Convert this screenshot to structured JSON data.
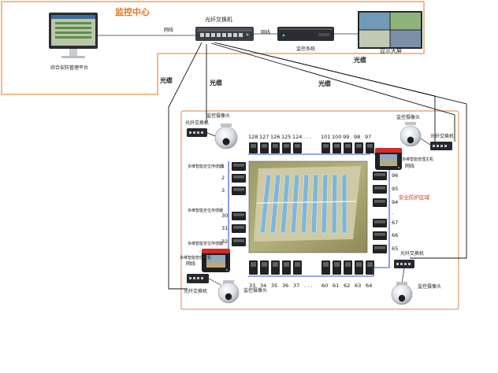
{
  "center": {
    "title": "监控中心",
    "workstation_label": "综合安防管理平台",
    "switch_label": "光纤交换机",
    "nvr_label": "监控系统",
    "display_label": "显示大屏",
    "link_net_left": "网线",
    "link_net_right": "网线"
  },
  "cables": {
    "fiber_1": "光缆",
    "fiber_2": "光缆",
    "fiber_3": "光缆",
    "fiber_4": "光缆"
  },
  "site": {
    "zone_label": "安全防护区域",
    "top_left_switch": "光纤交换机",
    "top_left_camera": "监控摄像头",
    "top_right_camera": "监控摄像头",
    "top_right_switch": "光纤交换机",
    "top_right_host": "多维智能管理主机",
    "top_right_net": "网线",
    "left_host": "多维智能管理主机",
    "left_host_net": "网线",
    "bottom_left_switch": "光纤交换机",
    "bottom_left_camera": "监控摄像头",
    "bottom_right_switch": "光纤交换机",
    "bottom_right_camera": "监控摄像头",
    "sensor_label_1": "多维智能定位传感器",
    "sensor_label_2": "多维智能定位传感器",
    "sensor_label_3": "多维智能定位传感器",
    "top_numbers": [
      "128",
      "127",
      "126",
      "125",
      "124",
      ". . .",
      "101",
      "100",
      "99",
      "98",
      "97"
    ],
    "left_numbers": [
      "1",
      "2",
      "3",
      "·",
      "30",
      "31",
      "32"
    ],
    "right_numbers": [
      "96",
      "95",
      "94",
      "·",
      "67",
      "66",
      "65"
    ],
    "bottom_numbers": [
      "33",
      "34",
      "35",
      "36",
      "37",
      ". . .",
      "60",
      "61",
      "62",
      "63",
      "64"
    ]
  },
  "colors": {
    "center_border": "#f0a35e",
    "center_title": "#e8751a",
    "zone_border": "#e89a6a",
    "zone_label": "#e0301e",
    "bus_blue": "#2c4fd8",
    "device_dark": "#222222"
  }
}
